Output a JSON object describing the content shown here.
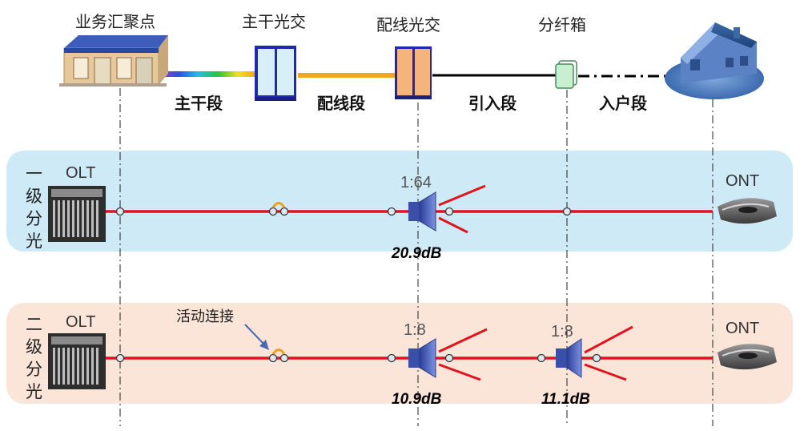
{
  "top_nodes": {
    "aggregation": "业务汇聚点",
    "trunk_cabinet": "主干光交",
    "distribution_cabinet": "配线光交",
    "fiber_box": "分纤箱"
  },
  "segments": {
    "trunk": "主干段",
    "distribution": "配线段",
    "drop": "引入段",
    "indoor": "入户段"
  },
  "row1": {
    "label_chars": [
      "一",
      "级",
      "分",
      "光"
    ],
    "olt": "OLT",
    "ont": "ONT",
    "splitter_ratio": "1:64",
    "splitter_loss": "20.9dB"
  },
  "row2": {
    "label_chars": [
      "二",
      "级",
      "分",
      "光"
    ],
    "olt": "OLT",
    "ont": "ONT",
    "splitter1_ratio": "1:8",
    "splitter1_loss": "10.9dB",
    "splitter2_ratio": "1:8",
    "splitter2_loss": "11.1dB",
    "callout": "活动连接"
  },
  "colors": {
    "row1_band": "#cdeaf6",
    "row2_band": "#fbe5d8",
    "fiber_red": "#e0141e",
    "trunk_cabinet": "#2028b0",
    "distribution_cabinet": "#f4b47c",
    "fiber_box": "#c8f0d0"
  }
}
